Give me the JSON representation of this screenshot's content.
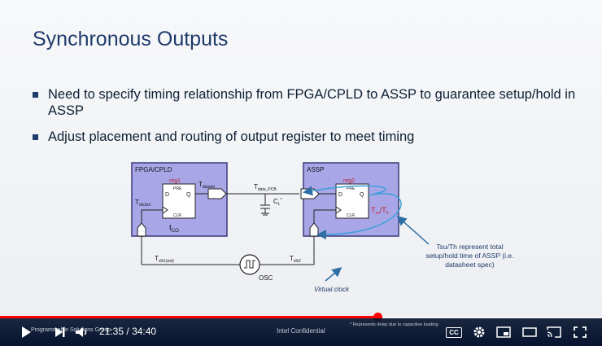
{
  "slide": {
    "title": "Synchronous Outputs",
    "bullets": [
      "Need to specify timing relationship from FPGA/CPLD to ASSP to guarantee setup/hold in ASSP",
      "Adjust placement and routing of output register to meet timing"
    ],
    "diagram": {
      "fpga_label": "FPGA/CPLD",
      "assp_label": "ASSP",
      "reg1": "reg1",
      "reg2": "reg2",
      "pre": "PRE",
      "clr": "CLR",
      "d": "D",
      "q": "Q",
      "t_clk1int": "T",
      "t_clk1int_sub": "clk1int",
      "t_dataint": "T",
      "t_dataint_sub": "dataint",
      "t_data_pcb": "T",
      "t_data_pcb_sub": "data_PCB",
      "cl": "C",
      "cl_sub": "L",
      "cl_star": "*",
      "tco": "t",
      "tco_sub": "CO",
      "tsu_th": "T",
      "tsu_sub": "su",
      "tsu_sep": "/T",
      "th_sub": "h",
      "t_clk1ext": "T",
      "t_clk1ext_sub": "clk1(ext)",
      "t_clk2": "T",
      "t_clk2_sub": "clk2",
      "osc": "OSC",
      "virtual_clock": "Virtual clock",
      "note": "Tsu/Th represent total setup/hold time of ASSP (i.e. datasheet spec)"
    }
  },
  "player": {
    "progress": 0.627,
    "buffer": 0.627,
    "chapter_text": "Programmable Solutions Group",
    "time_current": "21:35",
    "time_sep": "/",
    "time_total": "34:40",
    "overlay_center": "Intel Confidential",
    "overlay_footnote": "* Represents delay due to capacitive loading",
    "cc_label": "CC",
    "accent": "#ff0000"
  }
}
